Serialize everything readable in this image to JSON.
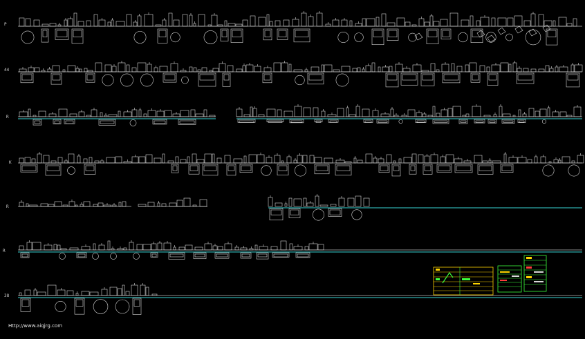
{
  "viewport": {
    "background": "#000000",
    "line_color": "#bdbdbd",
    "cyan_line_color": "#37d6d6",
    "symbol_color": "#d9d9d9",
    "legend_line_color": "#3cff3c",
    "legend_accent_color": "#ffd400",
    "legend_red_color": "#ff3c3c"
  },
  "rows": [
    {
      "label": "P"
    },
    {
      "label": "44"
    },
    {
      "label": "R"
    },
    {
      "label": "K"
    },
    {
      "label": "R"
    },
    {
      "label": "R"
    },
    {
      "label": "38"
    }
  ],
  "footer": {
    "url": "Http://www.aiqjrg.com"
  }
}
